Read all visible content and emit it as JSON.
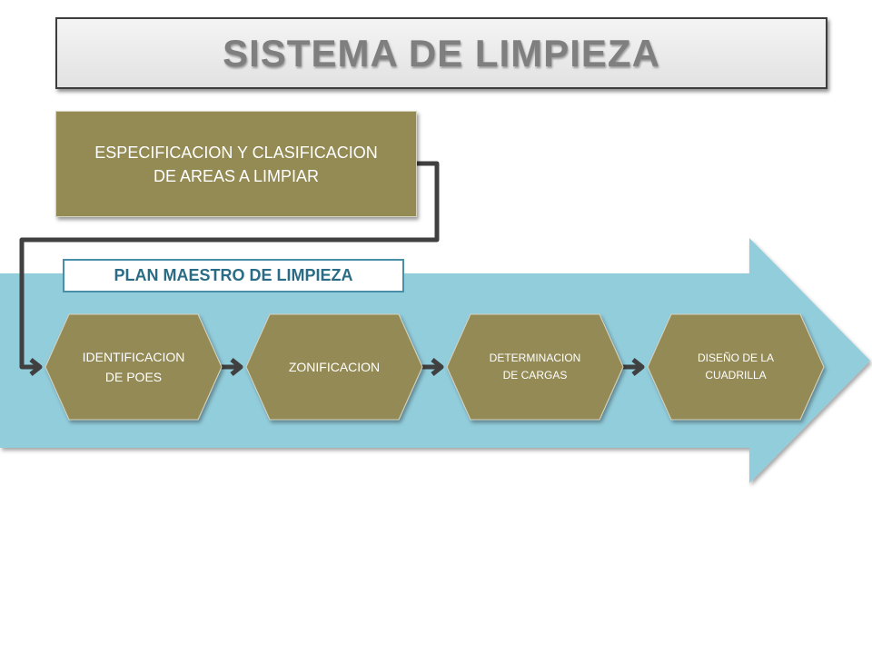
{
  "title": "SISTEMA DE LIMPIEZA",
  "top_box": {
    "text_line1": "ESPECIFICACION Y CLASIFICACION",
    "text_line2": "DE AREAS A LIMPIAR"
  },
  "plan_label": "PLAN MAESTRO DE LIMPIEZA",
  "steps": [
    {
      "line1": "IDENTIFICACION",
      "line2": "DE POES"
    },
    {
      "line1": "ZONIFICACION",
      "line2": ""
    },
    {
      "line1": "DETERMINACION",
      "line2": "DE CARGAS"
    },
    {
      "line1": "DISEÑO DE LA",
      "line2": "CUADRILLA"
    }
  ],
  "colors": {
    "big_arrow": "#92cddc",
    "box_fill": "#948a54",
    "connector": "#404040",
    "title_text": "#7f7f7f",
    "plan_border": "#4a8fa8"
  }
}
